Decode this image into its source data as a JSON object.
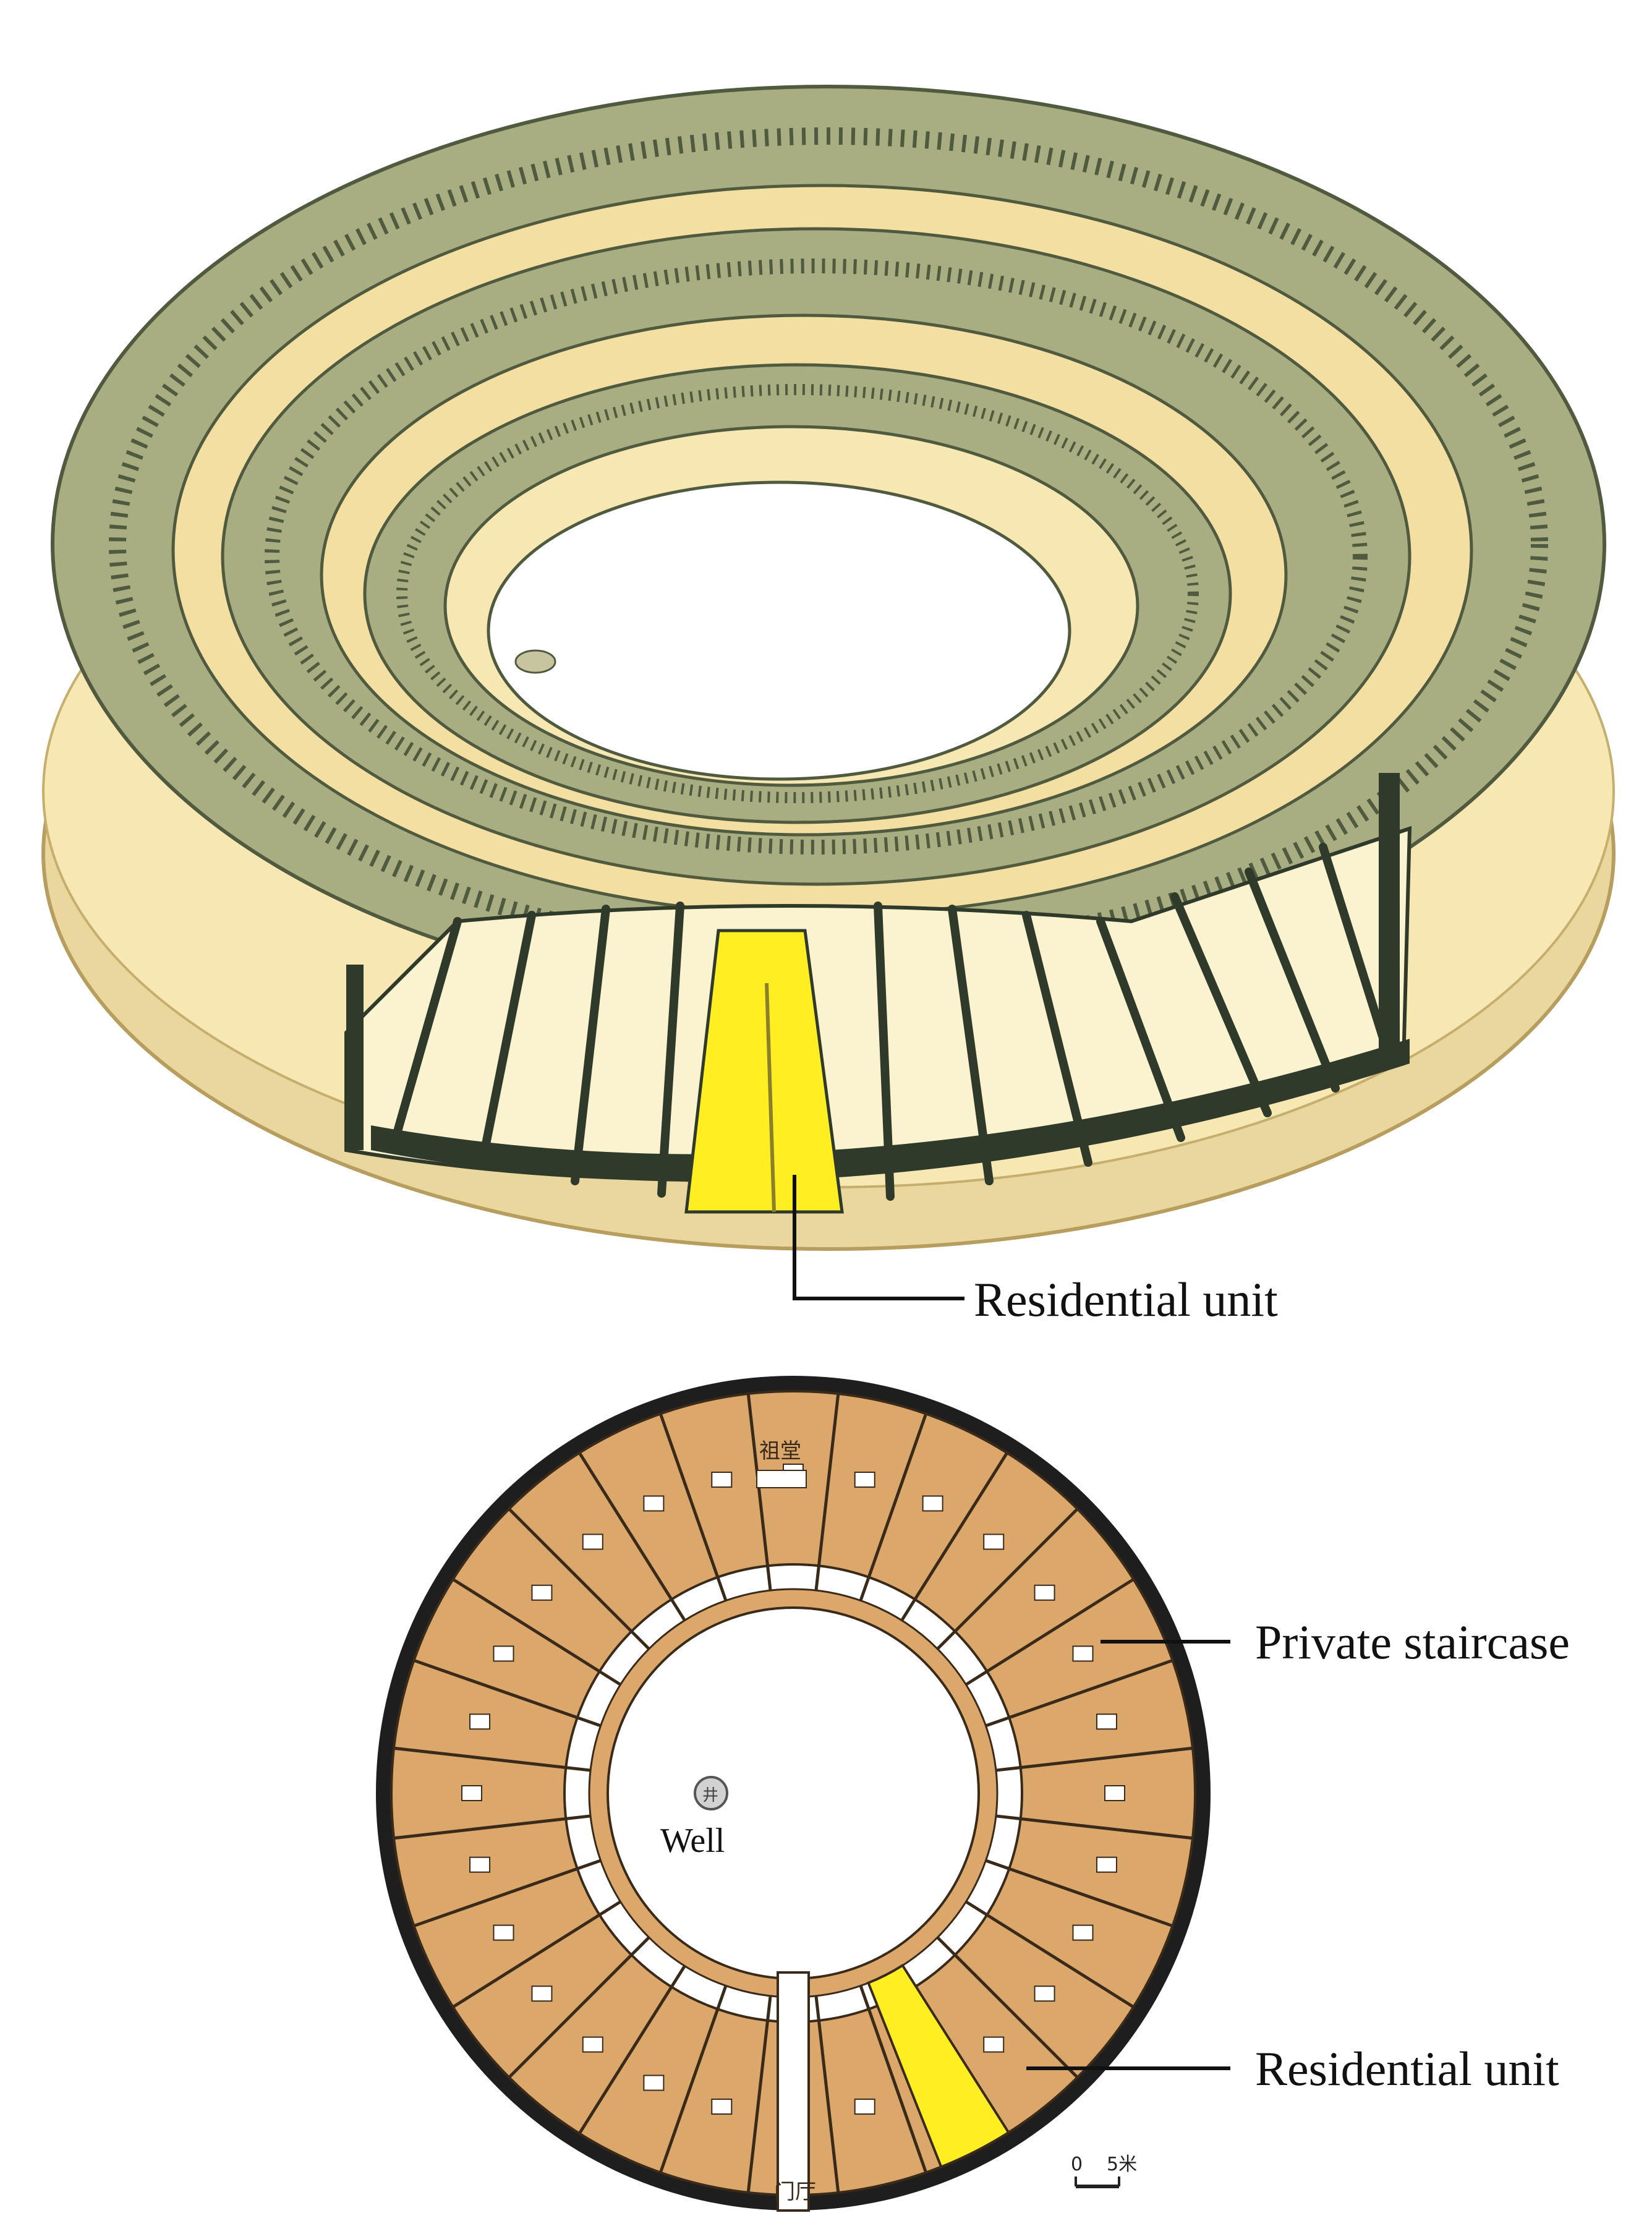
{
  "colors": {
    "roof_tile": "#a9ad82",
    "roof_dark": "#4f5a3f",
    "wall_cream": "#f6e7b3",
    "floor_light": "#fbf3cf",
    "plan_room": "#dca76b",
    "plan_outer_wall": "#1e1e1e",
    "highlight": "#ffee22",
    "courtyard": "#ffffff"
  },
  "axonometric": {
    "callout_label": "Residential unit"
  },
  "plan": {
    "hall_label": "祖堂",
    "gate_label": "门厅",
    "well_label": "Well",
    "well_symbol": "井",
    "staircase_label": "Private staircase",
    "unit_label": "Residential unit",
    "scale_zero": "0",
    "scale_five": "5米"
  }
}
